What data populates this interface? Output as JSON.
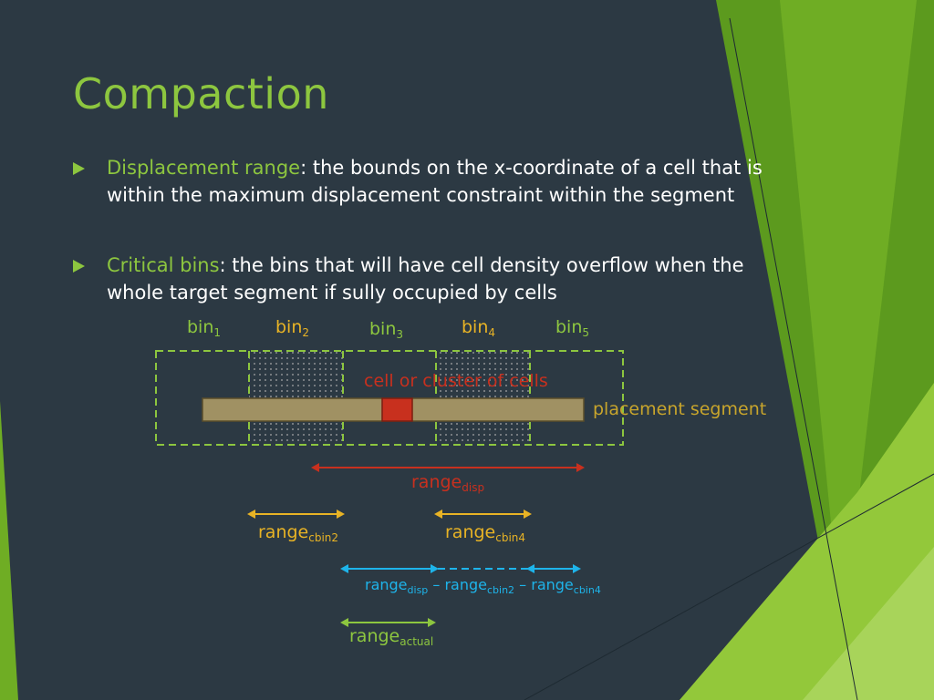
{
  "slide": {
    "title": "Compaction",
    "bullets": [
      {
        "term": "Displacement range",
        "rest": ": the bounds on the x-coordinate of a cell that is within the maximum displacement constraint within the segment"
      },
      {
        "term": "Critical bins",
        "rest": ": the bins that will have cell density overflow when the whole target segment if sully occupied by cells"
      }
    ]
  },
  "diagram": {
    "bins": [
      {
        "base": "bin",
        "sub": "1"
      },
      {
        "base": "bin",
        "sub": "2"
      },
      {
        "base": "bin",
        "sub": "3"
      },
      {
        "base": "bin",
        "sub": "4"
      },
      {
        "base": "bin",
        "sub": "5"
      }
    ],
    "cell_label": "cell or cluster of cells",
    "segment_label": "placement segment",
    "range_disp": {
      "base": "range",
      "sub": "disp"
    },
    "range_cbin2": {
      "base": "range",
      "sub": "cbin2"
    },
    "range_cbin4": {
      "base": "range",
      "sub": "cbin4"
    },
    "range_formula": {
      "t1": "range",
      "s1": "disp",
      "op1": " – ",
      "t2": "range",
      "s2": "cbin2",
      "op2": " – ",
      "t3": "range",
      "s3": "cbin4"
    },
    "range_actual": {
      "base": "range",
      "sub": "actual"
    }
  },
  "colors": {
    "background": "#2c3943",
    "accent_green": "#8dc63f",
    "bin_orange": "#e8b325",
    "disp_red": "#c8301e",
    "segment_fill": "#a09163",
    "formula_blue": "#1eb4ea"
  }
}
